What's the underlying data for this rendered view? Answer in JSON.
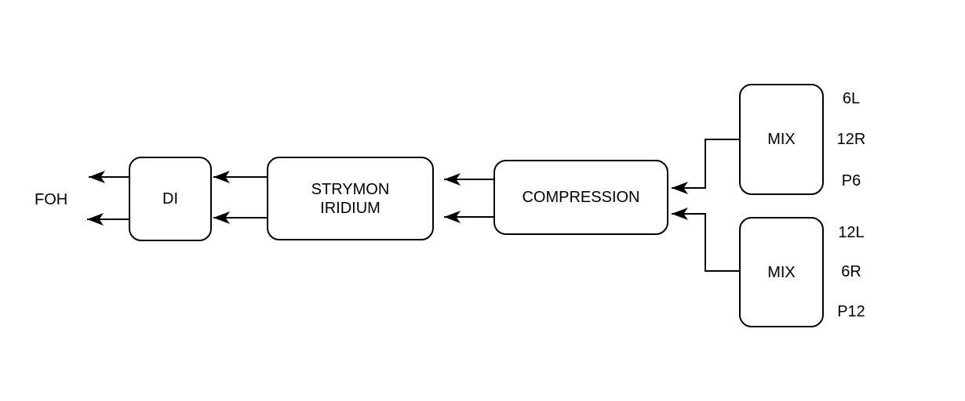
{
  "diagram": {
    "foh_label": "FOH",
    "nodes": {
      "di": {
        "label": "DI"
      },
      "strymon": {
        "label": "STRYMON IRIDIUM"
      },
      "compression": {
        "label": "COMPRESSION"
      },
      "mix_top": {
        "label": "MIX",
        "channels": [
          "6L",
          "12R",
          "P6"
        ]
      },
      "mix_bottom": {
        "label": "MIX",
        "channels": [
          "12L",
          "6R",
          "P12"
        ]
      }
    },
    "flow_direction": "right-to-left",
    "colors": {
      "stroke": "#000000",
      "background": "#ffffff",
      "text": "#000000"
    }
  }
}
